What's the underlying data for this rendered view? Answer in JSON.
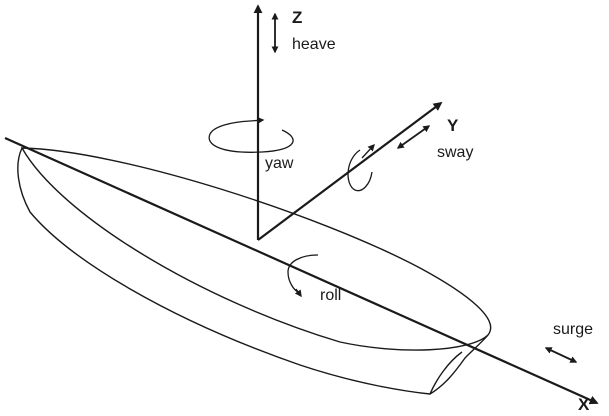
{
  "axes": {
    "x": {
      "letter": "X"
    },
    "y": {
      "letter": "Y"
    },
    "z": {
      "letter": "Z"
    }
  },
  "motions": {
    "heave": "heave",
    "sway": "sway",
    "surge": "surge",
    "yaw": "yaw",
    "roll": "roll"
  },
  "style": {
    "stroke": "#1a1a1a",
    "background": "#ffffff"
  }
}
